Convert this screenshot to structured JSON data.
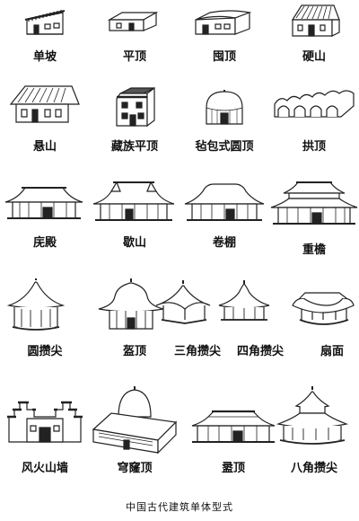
{
  "roof_types": [
    {
      "label": "单坡",
      "icon": "single-slope-roof-icon"
    },
    {
      "label": "平顶",
      "icon": "flat-roof-icon"
    },
    {
      "label": "囤顶",
      "icon": "arched-flat-roof-icon"
    },
    {
      "label": "硬山",
      "icon": "flush-gable-roof-icon"
    },
    {
      "label": "悬山",
      "icon": "overhanging-gable-roof-icon"
    },
    {
      "label": "藏族平顶",
      "icon": "tibetan-flat-roof-icon"
    },
    {
      "label": "毡包式圆顶",
      "icon": "yurt-dome-icon"
    },
    {
      "label": "拱顶",
      "icon": "vaulted-roof-icon"
    },
    {
      "label": "庑殿",
      "icon": "hip-roof-icon"
    },
    {
      "label": "歇山",
      "icon": "hip-gable-roof-icon"
    },
    {
      "label": "卷棚",
      "icon": "round-ridge-roof-icon"
    },
    {
      "label": "重檐",
      "icon": "double-eave-roof-icon"
    },
    {
      "label": "圆攒尖",
      "icon": "round-pyramidal-roof-icon"
    },
    {
      "label": "盔顶",
      "icon": "helmet-roof-icon"
    },
    {
      "label": "三角攒尖",
      "icon": "triangular-pyramidal-roof-icon"
    },
    {
      "label": "四角攒尖",
      "icon": "square-pyramidal-roof-icon"
    },
    {
      "label": "扇面",
      "icon": "fan-shaped-roof-icon"
    },
    {
      "label": "风火山墙",
      "icon": "firewall-gable-icon"
    },
    {
      "label": "穹窿顶",
      "icon": "dome-roof-icon"
    },
    {
      "label": "盝顶",
      "icon": "truncated-hip-roof-icon"
    },
    {
      "label": "八角攒尖",
      "icon": "octagonal-pyramidal-roof-icon"
    }
  ],
  "caption": "中国古代建筑单体型式"
}
